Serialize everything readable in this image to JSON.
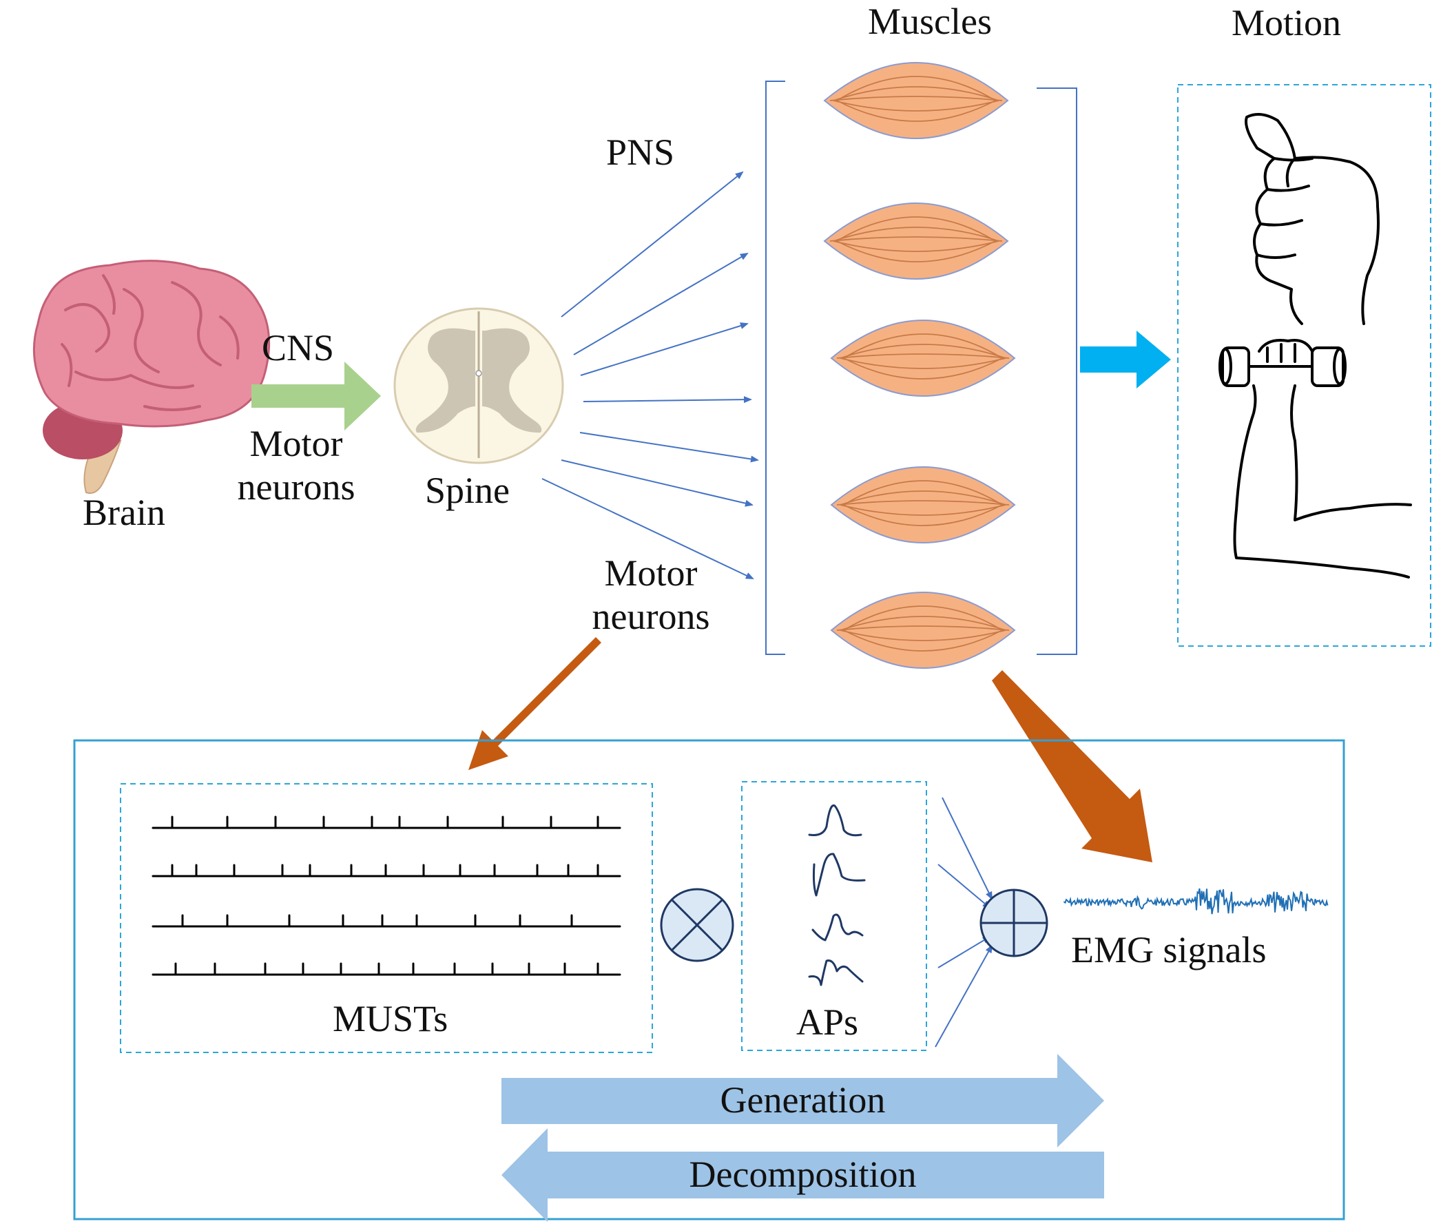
{
  "labels": {
    "muscles": "Muscles",
    "motion": "Motion",
    "pns": "PNS",
    "cns": "CNS",
    "motor_neurons_left_1": "Motor",
    "motor_neurons_left_2": "neurons",
    "brain": "Brain",
    "spine": "Spine",
    "motor_neurons_mid_1": "Motor",
    "motor_neurons_mid_2": "neurons",
    "musts": "MUSTs",
    "aps": "APs",
    "emg": "EMG signals",
    "generation": "Generation",
    "decomposition": "Decomposition"
  },
  "colors": {
    "brain": "#e98ea0",
    "brain_dark": "#b94e64",
    "cns_arrow": "#a9d18e",
    "spine_fill": "#fbf6e4",
    "spine_gray": "#cdc5b4",
    "muscle_fill": "#f6b183",
    "muscle_stroke": "#c77a47",
    "motion_arrow": "#00b0f0",
    "orange_arrow": "#c55a11",
    "dashed_box": "#2aa6d9",
    "panel_border": "#34a0d2",
    "nerve_line": "#4472c4",
    "band_arrow": "#9dc3e6",
    "op_fill": "#dae8f5",
    "emg_wave": "#1f6fb5"
  },
  "icons": [
    "brain-illustration",
    "spine-cross-section-icon",
    "muscle-icon",
    "thumbs-up-hand-icon",
    "dumbbell-arm-icon",
    "multiply-circle-icon",
    "plus-circle-icon"
  ]
}
